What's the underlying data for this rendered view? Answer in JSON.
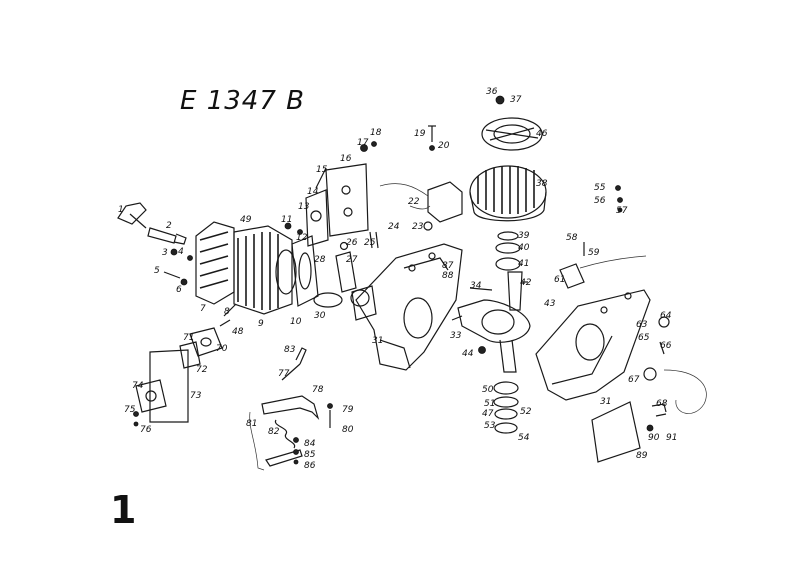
{
  "diagram": {
    "title": "E 1347 B",
    "page_number": "1",
    "callouts": [
      {
        "id": "c1",
        "text": "1"
      },
      {
        "id": "c2",
        "text": "2"
      },
      {
        "id": "c3",
        "text": "3"
      },
      {
        "id": "c4",
        "text": "4"
      },
      {
        "id": "c5",
        "text": "5"
      },
      {
        "id": "c6",
        "text": "6"
      },
      {
        "id": "c7",
        "text": "7"
      },
      {
        "id": "c8",
        "text": "8"
      },
      {
        "id": "c9",
        "text": "9"
      },
      {
        "id": "c10",
        "text": "10"
      },
      {
        "id": "c11",
        "text": "11"
      },
      {
        "id": "c12",
        "text": "12"
      },
      {
        "id": "c13",
        "text": "13"
      },
      {
        "id": "c14",
        "text": "14"
      },
      {
        "id": "c15",
        "text": "15"
      },
      {
        "id": "c16",
        "text": "16"
      },
      {
        "id": "c17",
        "text": "17"
      },
      {
        "id": "c18",
        "text": "18"
      },
      {
        "id": "c19",
        "text": "19"
      },
      {
        "id": "c20",
        "text": "20"
      },
      {
        "id": "c22",
        "text": "22"
      },
      {
        "id": "c23",
        "text": "23"
      },
      {
        "id": "c24",
        "text": "24"
      },
      {
        "id": "c25",
        "text": "25"
      },
      {
        "id": "c26",
        "text": "26"
      },
      {
        "id": "c27",
        "text": "27"
      },
      {
        "id": "c28",
        "text": "28"
      },
      {
        "id": "c30",
        "text": "30"
      },
      {
        "id": "c31",
        "text": "31"
      },
      {
        "id": "c31b",
        "text": "31"
      },
      {
        "id": "c33",
        "text": "33"
      },
      {
        "id": "c34",
        "text": "34"
      },
      {
        "id": "c36",
        "text": "36"
      },
      {
        "id": "c37",
        "text": "37"
      },
      {
        "id": "c38",
        "text": "38"
      },
      {
        "id": "c39",
        "text": "39"
      },
      {
        "id": "c40",
        "text": "40"
      },
      {
        "id": "c41",
        "text": "41"
      },
      {
        "id": "c42",
        "text": "42"
      },
      {
        "id": "c43",
        "text": "43"
      },
      {
        "id": "c44",
        "text": "44"
      },
      {
        "id": "c46",
        "text": "46"
      },
      {
        "id": "c47",
        "text": "47"
      },
      {
        "id": "c48",
        "text": "48"
      },
      {
        "id": "c49",
        "text": "49"
      },
      {
        "id": "c50",
        "text": "50"
      },
      {
        "id": "c51",
        "text": "51"
      },
      {
        "id": "c52",
        "text": "52"
      },
      {
        "id": "c53",
        "text": "53"
      },
      {
        "id": "c54",
        "text": "54"
      },
      {
        "id": "c55",
        "text": "55"
      },
      {
        "id": "c56",
        "text": "56"
      },
      {
        "id": "c57",
        "text": "57"
      },
      {
        "id": "c58",
        "text": "58"
      },
      {
        "id": "c59",
        "text": "59"
      },
      {
        "id": "c61",
        "text": "61"
      },
      {
        "id": "c63",
        "text": "63"
      },
      {
        "id": "c64",
        "text": "64"
      },
      {
        "id": "c65",
        "text": "65"
      },
      {
        "id": "c66",
        "text": "66"
      },
      {
        "id": "c67",
        "text": "67"
      },
      {
        "id": "c68",
        "text": "68"
      },
      {
        "id": "c70",
        "text": "70"
      },
      {
        "id": "c71",
        "text": "71"
      },
      {
        "id": "c72",
        "text": "72"
      },
      {
        "id": "c73",
        "text": "73"
      },
      {
        "id": "c74",
        "text": "74"
      },
      {
        "id": "c75",
        "text": "75"
      },
      {
        "id": "c76",
        "text": "76"
      },
      {
        "id": "c77",
        "text": "77"
      },
      {
        "id": "c78",
        "text": "78"
      },
      {
        "id": "c79",
        "text": "79"
      },
      {
        "id": "c80",
        "text": "80"
      },
      {
        "id": "c81",
        "text": "81"
      },
      {
        "id": "c82",
        "text": "82"
      },
      {
        "id": "c83",
        "text": "83"
      },
      {
        "id": "c84",
        "text": "84"
      },
      {
        "id": "c85",
        "text": "85"
      },
      {
        "id": "c86",
        "text": "86"
      },
      {
        "id": "c87",
        "text": "87"
      },
      {
        "id": "c88",
        "text": "88"
      },
      {
        "id": "c89",
        "text": "89"
      },
      {
        "id": "c90",
        "text": "90"
      },
      {
        "id": "c91",
        "text": "91"
      }
    ]
  }
}
